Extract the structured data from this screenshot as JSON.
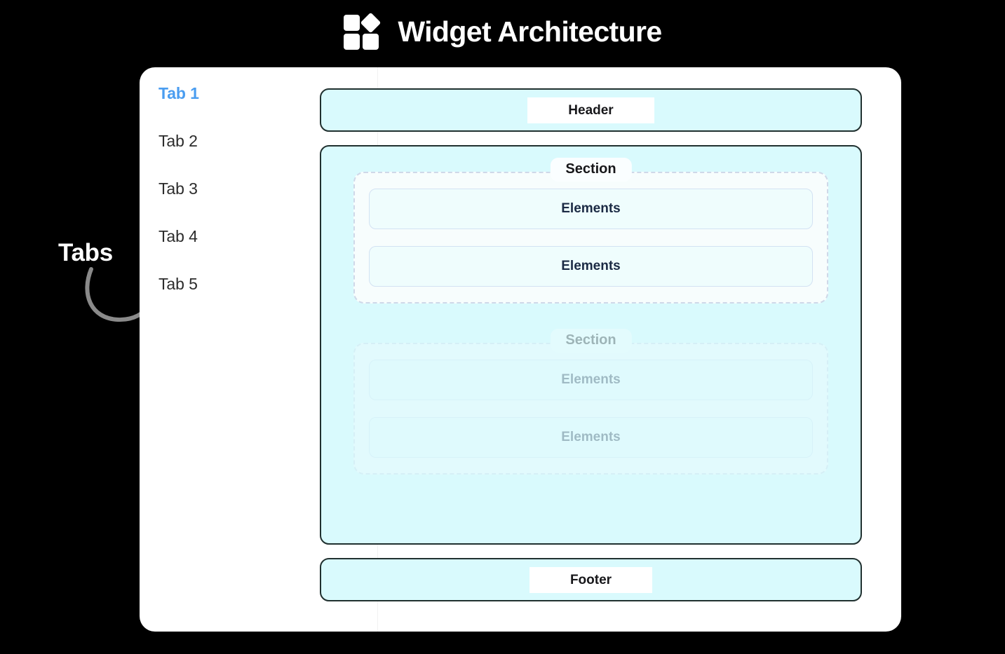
{
  "page": {
    "title": "Widget Architecture",
    "brand_icon": "grid-diamond-icon",
    "background_color": "#000000"
  },
  "annotation": {
    "label": "Tabs",
    "arrow_icon": "curved-arrow-icon",
    "arrow_color": "#8a8a8a"
  },
  "sidebar": {
    "items": [
      {
        "label": "Tab 1",
        "active": true
      },
      {
        "label": "Tab 2",
        "active": false
      },
      {
        "label": "Tab 3",
        "active": false
      },
      {
        "label": "Tab 4",
        "active": false
      },
      {
        "label": "Tab 5",
        "active": false
      }
    ],
    "active_color": "#4a9df0",
    "inactive_color": "#2c2c2c"
  },
  "widget": {
    "header": {
      "label": "Header"
    },
    "footer": {
      "label": "Footer"
    },
    "sections": [
      {
        "label": "Section",
        "faded": false,
        "elements": [
          {
            "label": "Elements"
          },
          {
            "label": "Elements"
          }
        ]
      },
      {
        "label": "Section",
        "faded": true,
        "elements": [
          {
            "label": "Elements"
          },
          {
            "label": "Elements"
          }
        ]
      }
    ]
  },
  "colors": {
    "card": "#ffffff",
    "bar_fill": "#d9fafd",
    "bar_border": "#20302f",
    "section_fill": "#f7fdfd",
    "section_border": "#cfd8e8",
    "element_fill": "#effdfd",
    "element_border": "#d3e2f3",
    "element_text": "#1b2a44"
  }
}
